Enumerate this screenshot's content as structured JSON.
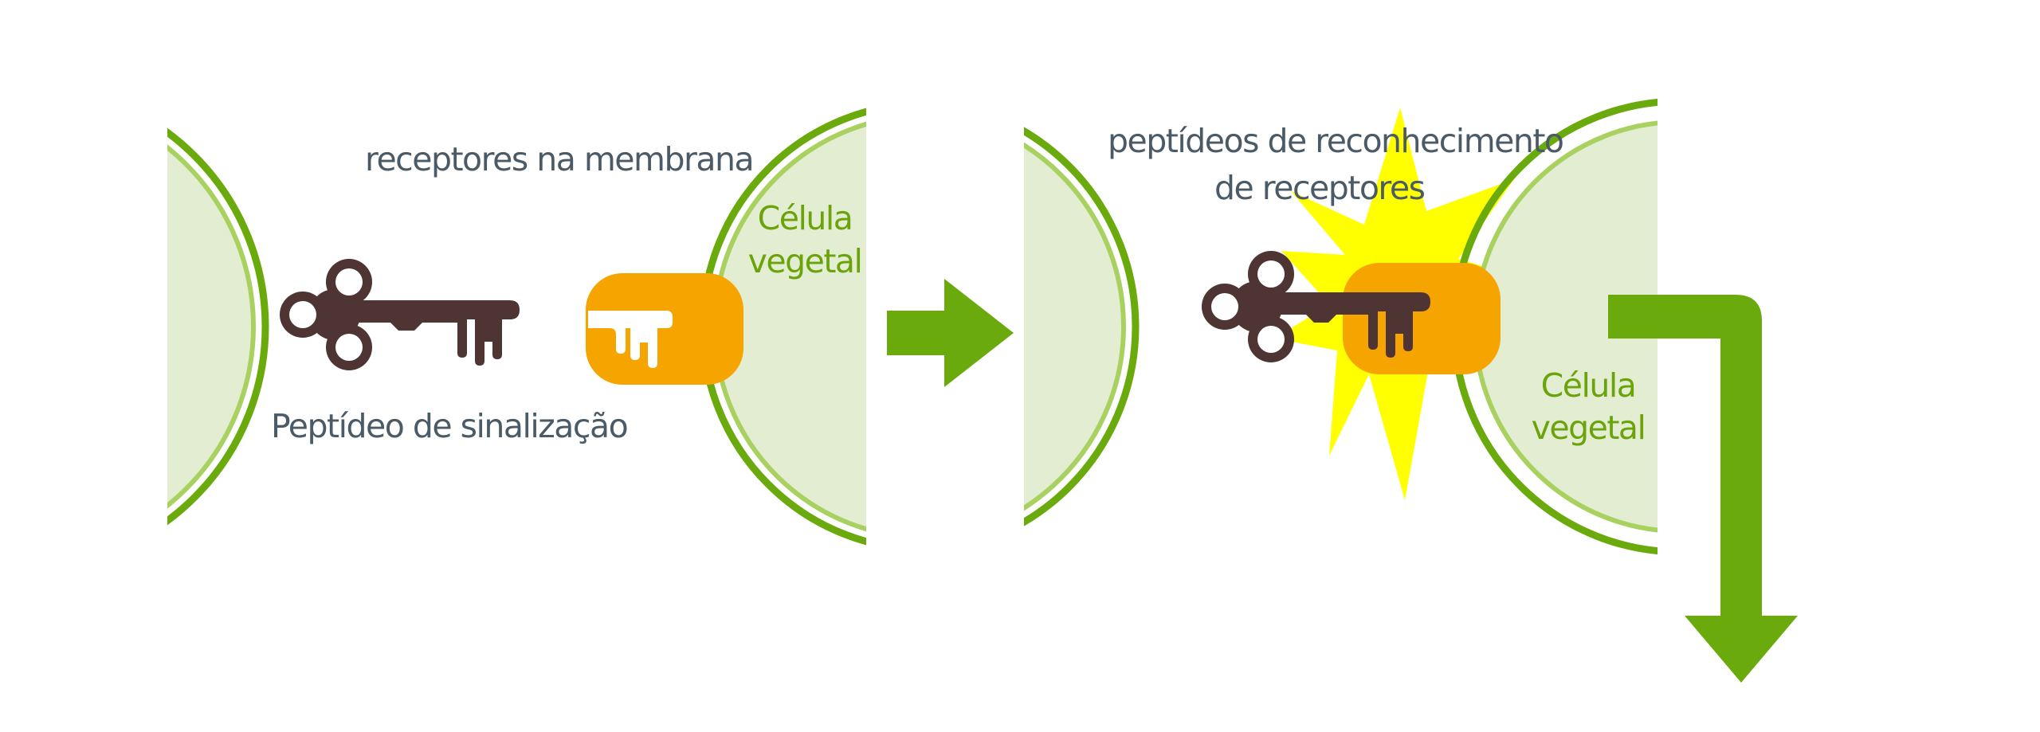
{
  "colors": {
    "cell_fill": "#e3edd2",
    "membrane_outer": "#6aaa0c",
    "membrane_inner": "#a9d160",
    "key": "#4e3432",
    "receptor": "#f5a400",
    "burst": "#ffff00",
    "arrow": "#6aaa0c",
    "text_dark": "#4a5a66",
    "text_green": "#6aa30a"
  },
  "icons": {
    "key": "key-icon",
    "receptor": "lock-receptor-icon",
    "burst": "burst-star-icon",
    "arrow_right": "arrow-right-icon",
    "arrow_down": "arrow-elbow-down-icon"
  },
  "panel_before": {
    "receptors_label": "receptores na membrana",
    "cell_label_line1": "Célula",
    "cell_label_line2": "vegetal",
    "peptide_label": "Peptídeo de sinalização"
  },
  "panel_after": {
    "recognition_label_line1": "peptídeos de reconhecimento",
    "recognition_label_line2": "de receptores",
    "cell_label_line1": "Célula",
    "cell_label_line2": "vegetal"
  }
}
